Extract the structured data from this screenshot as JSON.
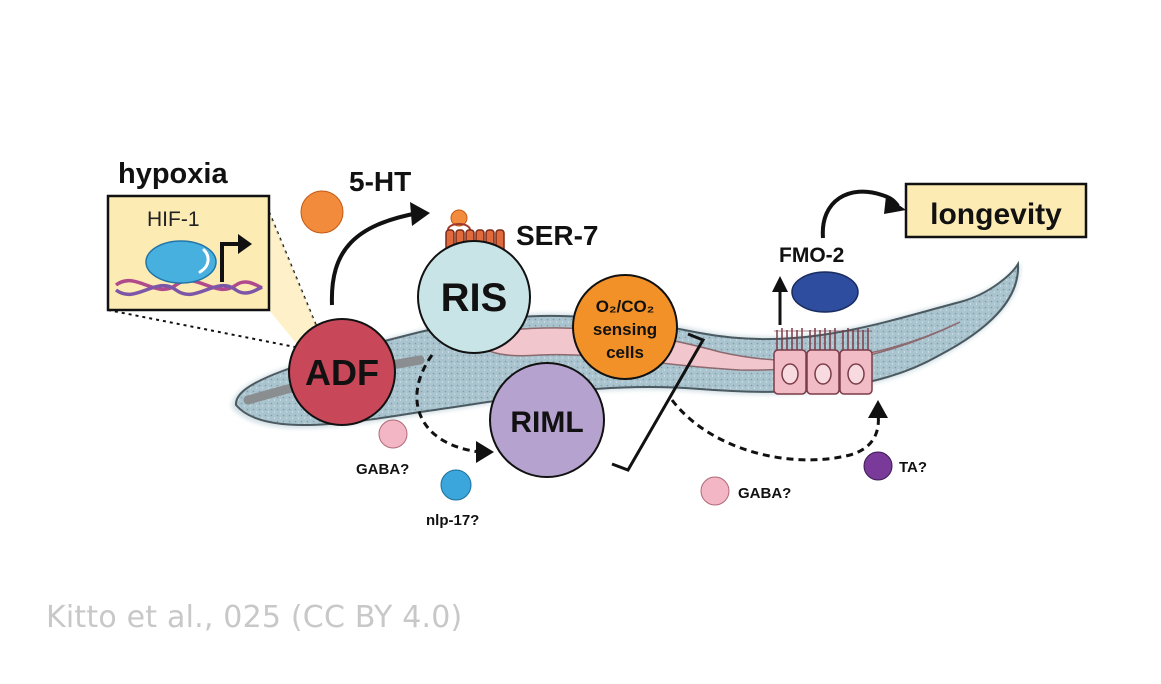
{
  "labels": {
    "hypoxia": "hypoxia",
    "hif1": "HIF-1",
    "serotonin": "5-HT",
    "ser7": "SER-7",
    "ris": "RIS",
    "adf": "ADF",
    "riml": "RIML",
    "sensing_line1": "O₂/CO₂",
    "sensing_line2": "sensing",
    "sensing_line3": "cells",
    "fmo2": "FMO-2",
    "longevity": "longevity",
    "gaba_left": "GABA?",
    "nlp17": "nlp-17?",
    "gaba_right": "GABA?",
    "ta": "TA?"
  },
  "credit": "Kitto et al., 025 (CC BY 4.0)",
  "colors": {
    "adf": "#c8485a",
    "ris": "#c9e4e6",
    "riml": "#b6a2cf",
    "sensing": "#f29128",
    "serotonin": "#f28b3c",
    "fmo2": "#2e4d9e",
    "gaba": "#f2b6c4",
    "nlp17": "#3aa6dc",
    "ta": "#7a3a9a",
    "box_fill": "#fdebb4",
    "worm_body": "#a7c3cd",
    "intestine": "#f0c6cc"
  }
}
